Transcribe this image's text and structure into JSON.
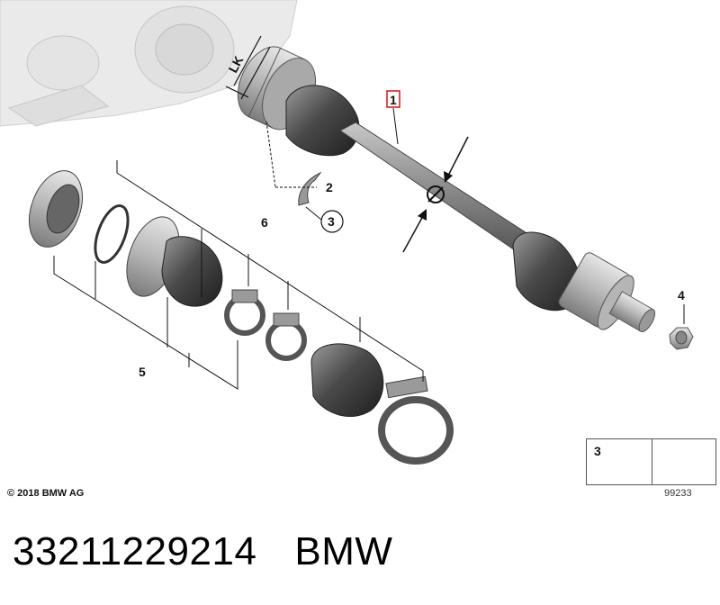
{
  "diagram": {
    "dimension_label": "LK",
    "callouts": [
      {
        "id": "c1",
        "text": "1"
      },
      {
        "id": "c2",
        "text": "2"
      },
      {
        "id": "c3",
        "text": "3"
      },
      {
        "id": "c4",
        "text": "4"
      },
      {
        "id": "c5",
        "text": "5"
      },
      {
        "id": "c6",
        "text": "6"
      }
    ]
  },
  "inset": {
    "callout": "3",
    "ref_code": "99233"
  },
  "copyright": "© 2018 BMW AG",
  "footer": {
    "part_number": "33211229214",
    "brand": "BMW"
  }
}
